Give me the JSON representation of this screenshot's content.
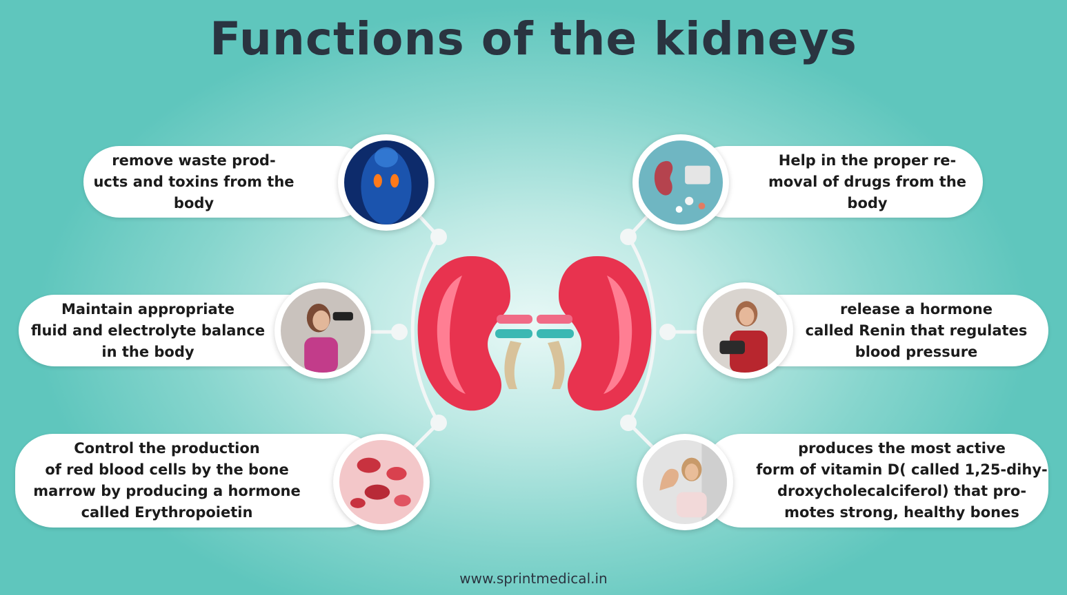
{
  "title": "Functions of the kidneys",
  "footer": "www.sprintmedical.in",
  "colors": {
    "background": "#5fc6bd",
    "title": "#2a3440",
    "kidney": "#e8334f",
    "kidney_inner": "#ff7e93",
    "vessel_pink": "#f06b86",
    "vessel_teal": "#3bb8b3",
    "ureter": "#d8c29a"
  },
  "functions": {
    "left": [
      {
        "lines": [
          "remove waste prod-",
          "ucts and toxins from the",
          "body"
        ],
        "icon": "body-scan-icon"
      },
      {
        "lines": [
          "Maintain appropriate",
          "fluid and electrolyte balance",
          "in the body"
        ],
        "icon": "drinking-athlete-icon"
      },
      {
        "lines": [
          "Control the production",
          "of red blood cells by the bone",
          "marrow by producing a hormone",
          "called Erythropoietin"
        ],
        "icon": "red-blood-cells-icon"
      }
    ],
    "right": [
      {
        "lines": [
          "Help in the proper re-",
          "moval of drugs from the",
          "body"
        ],
        "icon": "kidney-and-pills-icon"
      },
      {
        "lines": [
          "release a hormone",
          "called Renin that regulates",
          "blood pressure"
        ],
        "icon": "blood-pressure-icon"
      },
      {
        "lines": [
          "produces the most active",
          "form of vitamin D( called 1,25-dihy-",
          "droxycholecalciferol) that pro-",
          "motes strong, healthy bones"
        ],
        "icon": "strong-arm-icon"
      }
    ]
  }
}
